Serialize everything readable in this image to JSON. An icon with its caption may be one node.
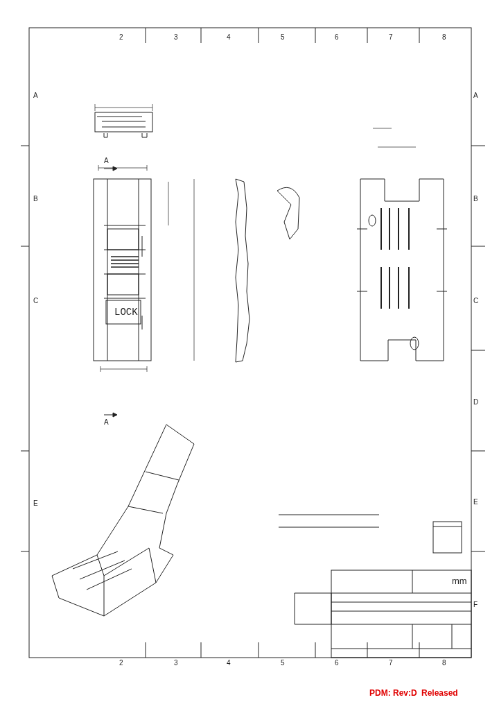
{
  "diagram": {
    "labels": [
      "2",
      "3",
      "4",
      "5",
      "6",
      "7",
      "8",
      "A",
      "B",
      "C",
      "E",
      "A",
      "B",
      "C",
      "D",
      "E",
      "F",
      "2",
      "3",
      "4",
      "5",
      "6",
      "7",
      "8",
      "A",
      "A",
      "LOCK",
      "mm",
      "PDM: Rev:D",
      "Released"
    ]
  }
}
